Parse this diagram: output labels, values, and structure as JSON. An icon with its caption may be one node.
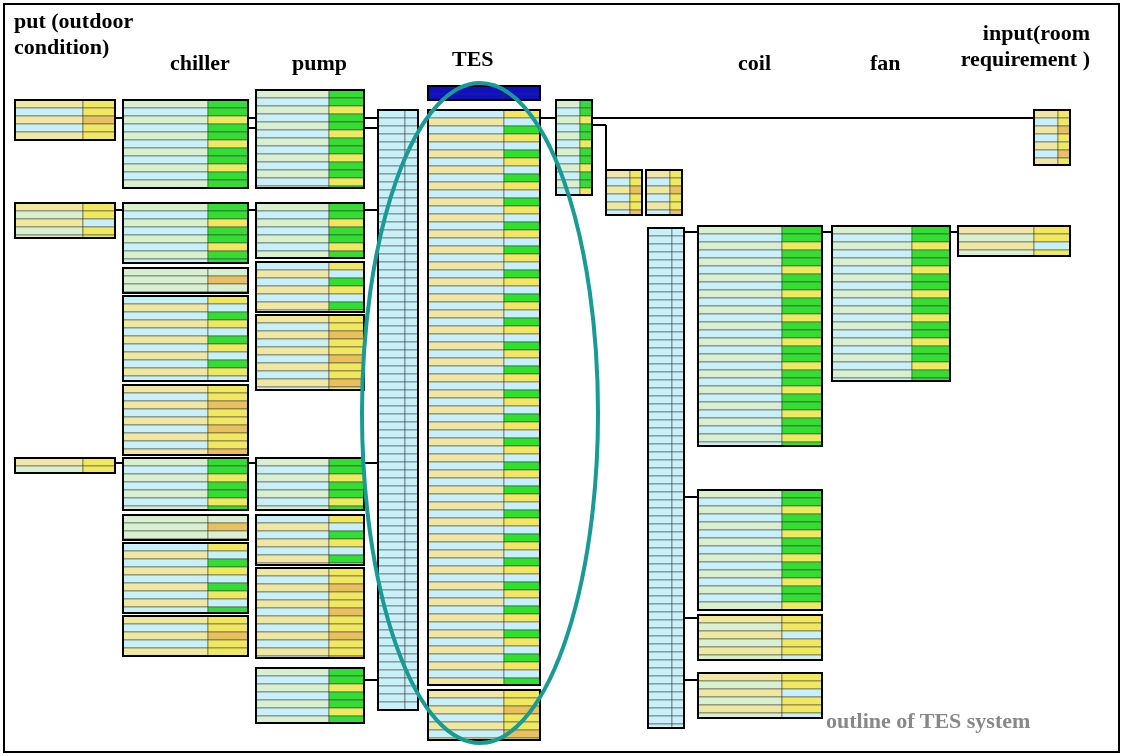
{
  "diagram": {
    "caption": "outline of TES system",
    "labels": [
      "put (outdoor condition)",
      "chiller",
      "pump",
      "TES",
      "coil",
      "fan",
      "input(room requirement )"
    ]
  }
}
